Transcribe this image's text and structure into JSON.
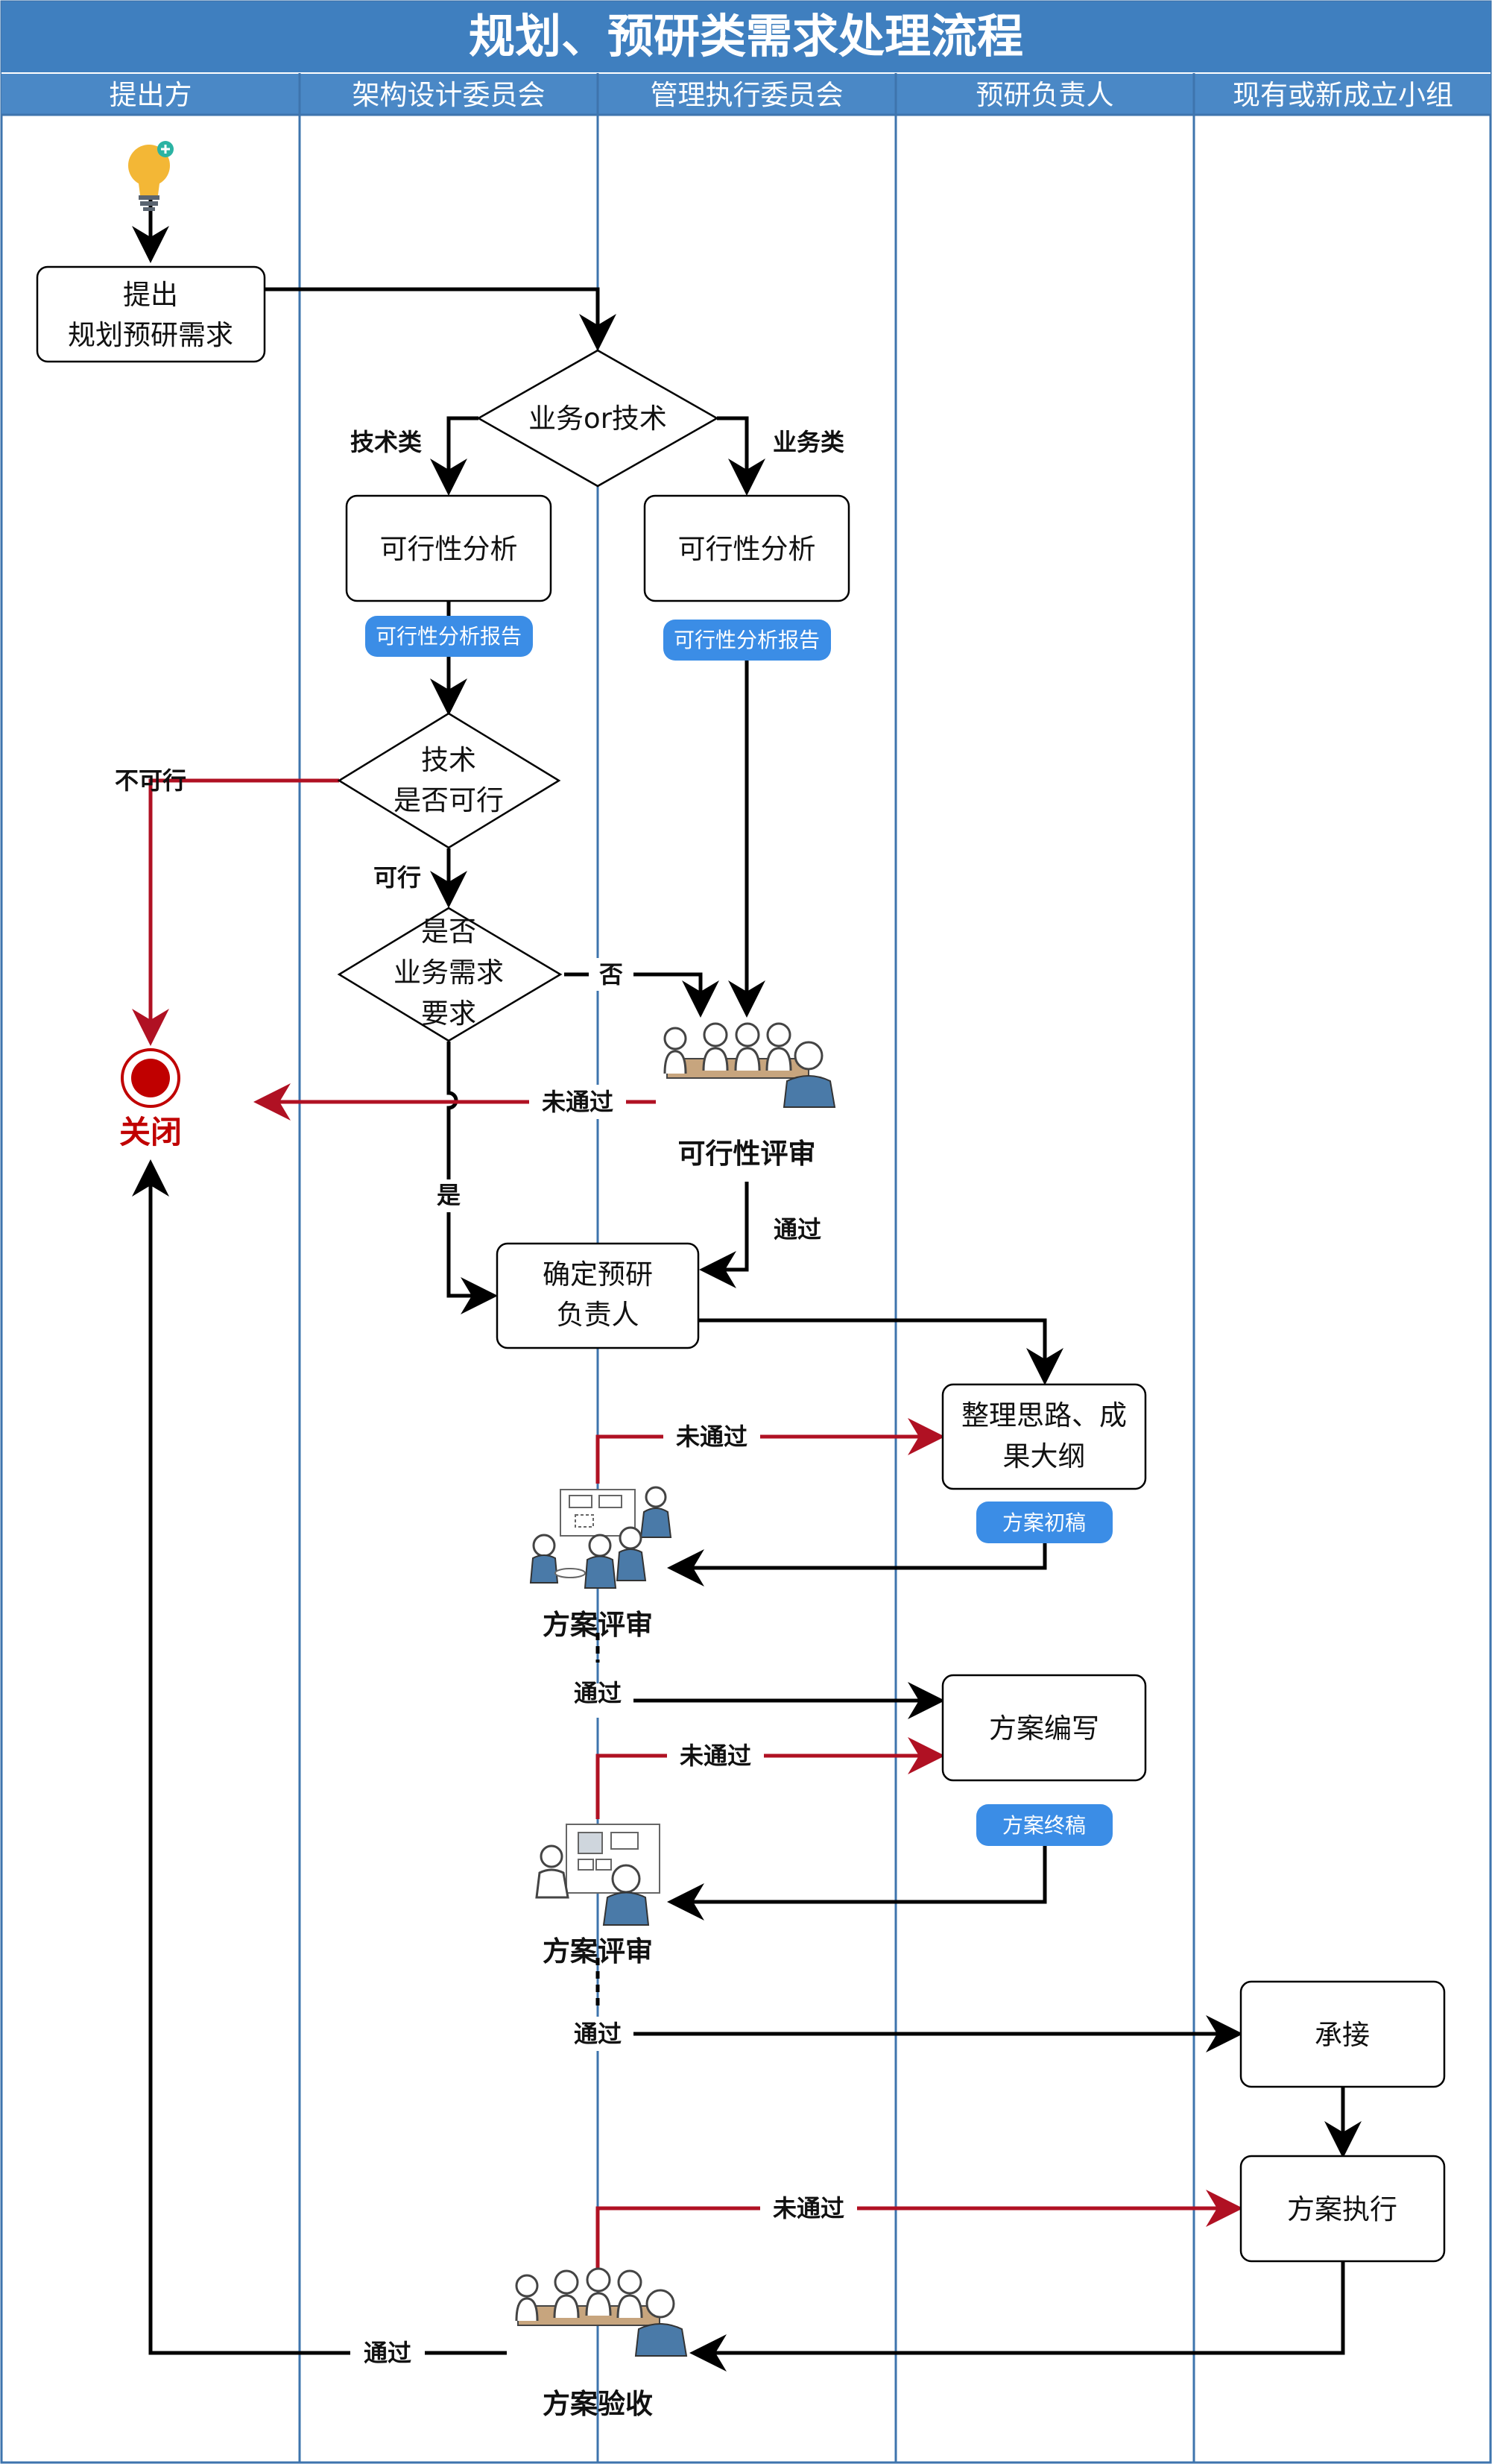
{
  "title": "规划、预研类需求处理流程",
  "lanes": [
    "提出方",
    "架构设计委员会",
    "管理执行委员会",
    "预研负责人",
    "现有或新成立小组"
  ],
  "nodes": {
    "propose": [
      "提出",
      "规划预研需求"
    ],
    "decision_type": "业务or技术",
    "feasibility_tech": "可行性分析",
    "feasibility_biz": "可行性分析",
    "decision_tech_ok": [
      "技术",
      "是否可行"
    ],
    "decision_biz_req": [
      "是否",
      "业务需求",
      "要求"
    ],
    "confirm_lead": [
      "确定预研",
      "负责人"
    ],
    "outline": [
      "整理思路、成",
      "果大纲"
    ],
    "writing": "方案编写",
    "takeover": "承接",
    "execute": "方案执行"
  },
  "badges": {
    "report_tech": "可行性分析报告",
    "report_biz": "可行性分析报告",
    "draft": "方案初稿",
    "final": "方案终稿"
  },
  "reviews": {
    "feasibility_review": "可行性评审",
    "plan_review_1": "方案评审",
    "plan_review_2": "方案评审",
    "acceptance": "方案验收"
  },
  "labels": {
    "tech": "技术类",
    "biz": "业务类",
    "infeasible": "不可行",
    "feasible": "可行",
    "no": "否",
    "yes": "是",
    "rejected_1": "未通过",
    "passed_1": "通过",
    "rejected_2": "未通过",
    "passed_2": "通过",
    "rejected_3": "未通过",
    "passed_3": "通过",
    "rejected_4": "未通过",
    "passed_4": "通过"
  },
  "end": {
    "label": "关闭"
  },
  "colors": {
    "lane_header": "#3f7fbf",
    "lane_border": "#3e74ad",
    "badge": "#3b8de6",
    "reject_line": "#b01123",
    "close": "#c00000",
    "person": "#4a7aa8",
    "bulb": "#f3b736"
  },
  "icons": {
    "start": "lightbulb-icon",
    "feasibility_review": "meeting-icon",
    "plan_review_1": "presentation-meeting-icon",
    "plan_review_2": "whiteboard-meeting-icon",
    "acceptance": "meeting-icon",
    "end": "stop-icon"
  }
}
